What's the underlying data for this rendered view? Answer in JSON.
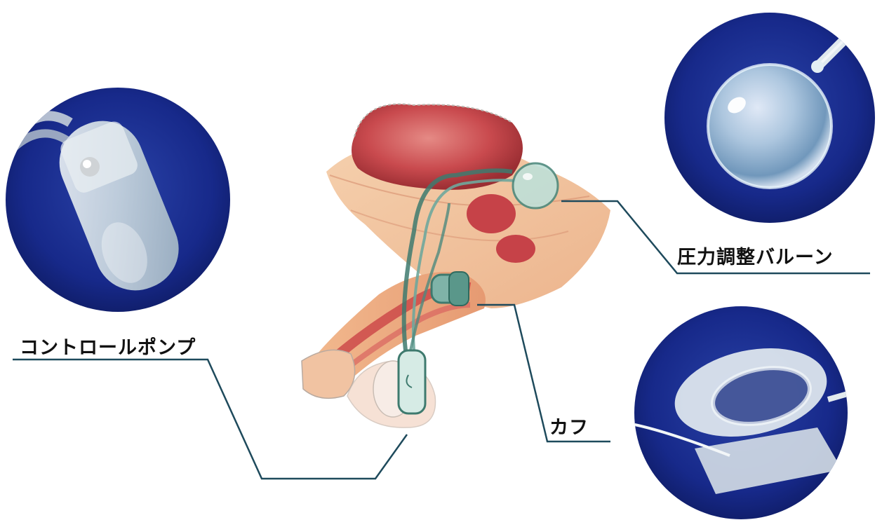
{
  "labels": {
    "control_pump": "コントロールポンプ",
    "pressure_balloon": "圧力調整バルーン",
    "cuff": "カフ"
  },
  "colors": {
    "photo_background": "#1a2f8a",
    "leader_line": "#1e4a5c",
    "tissue": "#e8a070",
    "muscle_red": "#c8434b",
    "device_translucent": "#d8e6ee"
  },
  "icons": {
    "control_pump_photo": "silicone-pump-photo",
    "balloon_photo": "clear-sphere-balloon-photo",
    "cuff_photo": "cuff-ring-photo",
    "anatomy": "artificial-urinary-sphincter-anatomy-illustration"
  }
}
